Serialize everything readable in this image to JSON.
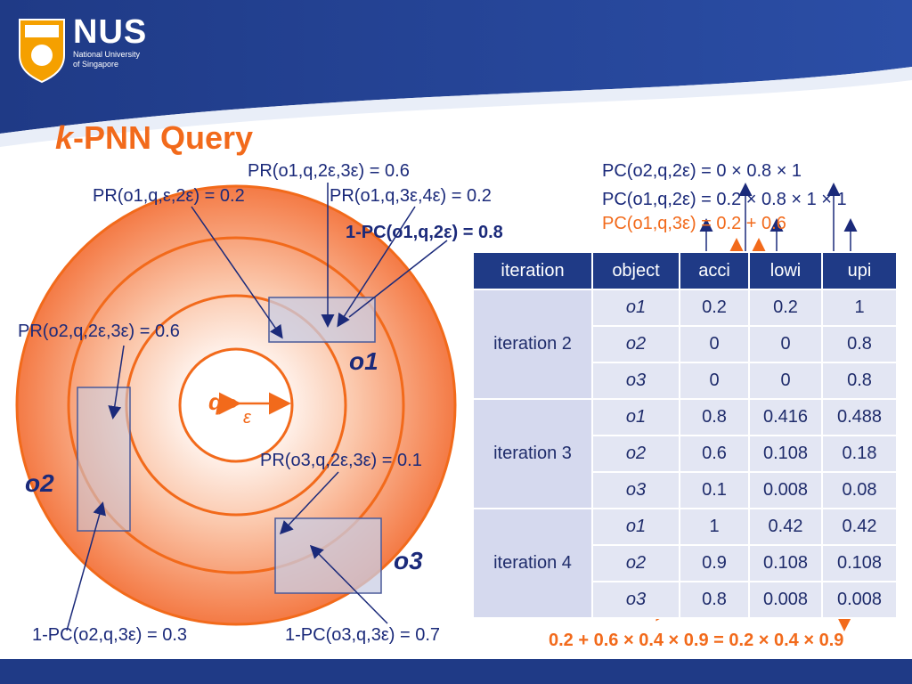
{
  "header": {
    "logo_name": "NUS",
    "logo_sub1": "National University",
    "logo_sub2": "of Singapore"
  },
  "title": {
    "k": "k",
    "rest": "-PNN Query"
  },
  "labels": {
    "q": "q",
    "eps": "ε",
    "o1": "o1",
    "o2": "o2",
    "o3": "o3"
  },
  "annotations": {
    "pr_o1_e_2e": "PR(o1,q,ε,2ε) = 0.2",
    "pr_o1_2e_3e": "PR(o1,q,2ε,3ε) = 0.6",
    "pr_o1_3e_4e": "PR(o1,q,3ε,4ε) = 0.2",
    "pc_o1_2e": "1-PC(o1,q,2ε) = 0.8",
    "pr_o2_2e_3e": "PR(o2,q,2ε,3ε) = 0.6",
    "pr_o3_2e_3e": "PR(o3,q,2ε,3ε) = 0.1",
    "bottom_left": "1-PC(o2,q,3ε) = 0.3",
    "bottom_mid": "1-PC(o3,q,3ε) = 0.7",
    "pc_o2_top": "PC(o2,q,2ε) = 0 × 0.8 × 1",
    "pc_o1_top": "PC(o1,q,2ε) = 0.2 × 0.8 × 1 × 1",
    "pc_o1_3e": "PC(o1,q,3ε) = 0.2 + 0.6",
    "bottom_right": "0.2 + 0.6 × 0.4 × 0.9 = 0.2 × 0.4 × 0.9"
  },
  "table": {
    "headers": [
      "iteration",
      "object",
      "acci",
      "lowi",
      "upi"
    ],
    "groups": [
      {
        "iteration": "iteration 2",
        "rows": [
          {
            "object": "o1",
            "acc": "0.2",
            "low": "0.2",
            "up": "1"
          },
          {
            "object": "o2",
            "acc": "0",
            "low": "0",
            "up": "0.8"
          },
          {
            "object": "o3",
            "acc": "0",
            "low": "0",
            "up": "0.8"
          }
        ]
      },
      {
        "iteration": "iteration 3",
        "rows": [
          {
            "object": "o1",
            "acc": "0.8",
            "low": "0.416",
            "up": "0.488"
          },
          {
            "object": "o2",
            "acc": "0.6",
            "low": "0.108",
            "up": "0.18"
          },
          {
            "object": "o3",
            "acc": "0.1",
            "low": "0.008",
            "up": "0.08"
          }
        ]
      },
      {
        "iteration": "iteration 4",
        "rows": [
          {
            "object": "o1",
            "acc": "1",
            "low": "0.42",
            "up": "0.42"
          },
          {
            "object": "o2",
            "acc": "0.9",
            "low": "0.108",
            "up": "0.108"
          },
          {
            "object": "o3",
            "acc": "0.8",
            "low": "0.008",
            "up": "0.008"
          }
        ]
      }
    ]
  },
  "colors": {
    "navy": "#1f3a86",
    "orange": "#f26a1b",
    "annot_navy": "#1b2a7a",
    "table_header": "#1f3a86",
    "table_cell": "#e3e6f3"
  }
}
